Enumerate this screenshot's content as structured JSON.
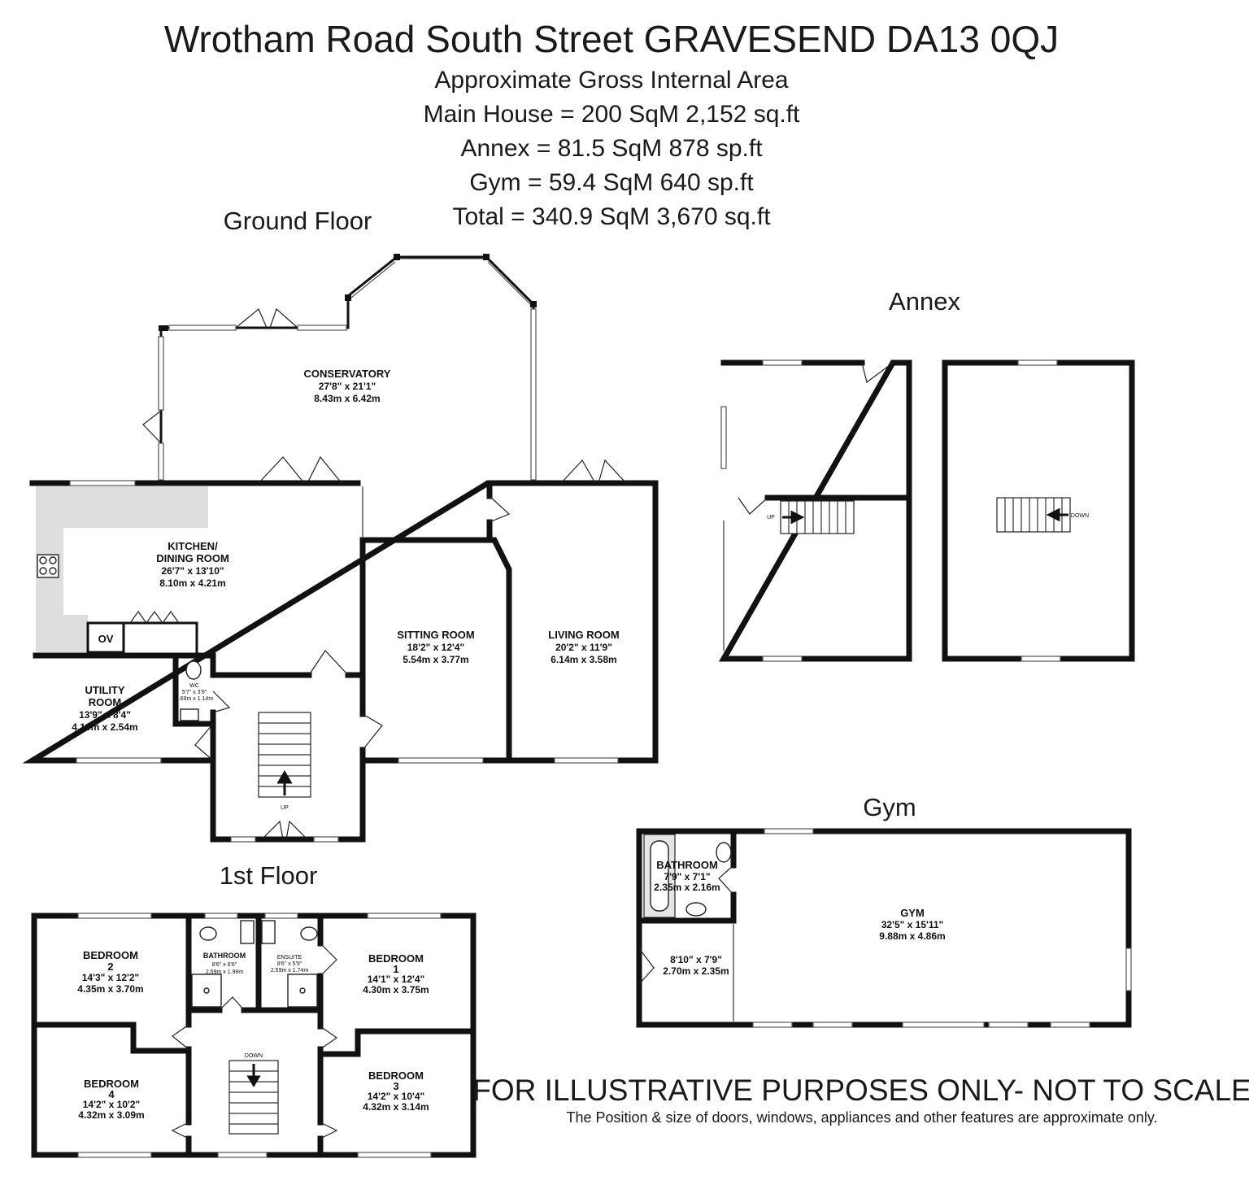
{
  "header": {
    "address": "Wrotham Road South Street GRAVESEND DA13 0QJ",
    "area_heading": "Approximate Gross Internal Area",
    "main_house": "Main House = 200 SqM  2,152 sq.ft",
    "annex": "Annex = 81.5 SqM  878 sp.ft",
    "gym": "Gym = 59.4 SqM  640 sp.ft",
    "total": "Total = 340.9 SqM 3,670 sq.ft"
  },
  "floors": {
    "ground": "Ground Floor",
    "first": "1st Floor",
    "annex": "Annex",
    "gym": "Gym"
  },
  "rooms": {
    "conservatory": {
      "name": "CONSERVATORY",
      "imperial": "27'8\"  x 21'1\"",
      "metric": "8.43m  x 6.42m"
    },
    "kitchen": {
      "name1": "KITCHEN/",
      "name2": "DINING ROOM",
      "imperial": "26'7\"  x 13'10\"",
      "metric": "8.10m  x 4.21m"
    },
    "oven": "OV",
    "utility": {
      "name1": "UTILITY",
      "name2": "ROOM",
      "imperial": "13'9\"  x 8'4\"",
      "metric": "4.19m  x 2.54m"
    },
    "wc": {
      "name": "WC",
      "imperial": "5'7\" x 3'9\"",
      "metric": "1.69m x 1.14m"
    },
    "sitting": {
      "name": "SITTING ROOM",
      "imperial": "18'2\"  x 12'4\"",
      "metric": "5.54m  x 3.77m"
    },
    "living": {
      "name": "LIVING ROOM",
      "imperial": "20'2\"  x 11'9\"",
      "metric": "6.14m  x 3.58m"
    },
    "hall_stairs": "UP",
    "bedroom2": {
      "name1": "BEDROOM",
      "name2": "2",
      "imperial": "14'3\"  x 12'2\"",
      "metric": "4.35m  x 3.70m"
    },
    "bathroom1f": {
      "name": "BATHROOM",
      "imperial": "8'6\"  x 6'6\"",
      "metric": "2.59m  x 1.98m"
    },
    "ensuite": {
      "name": "ENSUITE",
      "imperial": "8'6\"  x 5'9\"",
      "metric": "2.59m  x 1.74m"
    },
    "bedroom1": {
      "name1": "BEDROOM",
      "name2": "1",
      "imperial": "14'1\"  x 12'4\"",
      "metric": "4.30m  x 3.75m"
    },
    "bedroom4": {
      "name1": "BEDROOM",
      "name2": "4",
      "imperial": "14'2\"  x 10'2\"",
      "metric": "4.32m  x 3.09m"
    },
    "bedroom3": {
      "name1": "BEDROOM",
      "name2": "3",
      "imperial": "14'2\"  x 10'4\"",
      "metric": "4.32m  x 3.14m"
    },
    "landing_stairs": "DOWN",
    "annex_up": "UP",
    "annex_down": "DOWN",
    "gym_bathroom": {
      "name": "BATHROOM",
      "imperial": "7'9\"  x 7'1\"",
      "metric": "2.35m  x 2.16m"
    },
    "gym_store": {
      "imperial": "8'10\"  x 7'9\"",
      "metric": "2.70m  x 2.35m"
    },
    "gym": {
      "name": "GYM",
      "imperial": "32'5\"  x 15'11\"",
      "metric": "9.88m  x 4.86m"
    }
  },
  "disclaimer": {
    "headline": "FOR ILLUSTRATIVE PURPOSES ONLY- NOT TO SCALE",
    "note": "The Position & size of doors, windows, appliances and other features are approximate only."
  }
}
